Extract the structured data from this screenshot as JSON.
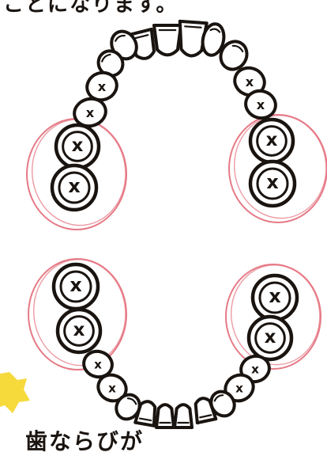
{
  "top_text": "ことになります。",
  "bottom_text": "歯ならびが",
  "tooth_mark": "x",
  "colors": {
    "ink": "#1a1410",
    "circle_red": "#e57a86",
    "star_yellow": "#f6da3c"
  },
  "upper_arch": {
    "incisors": [
      "central-left",
      "central-right",
      "lateral-left",
      "lateral-right"
    ],
    "canines": [
      "left",
      "right"
    ],
    "premolars_left": [
      "first",
      "second"
    ],
    "premolars_right": [
      "first",
      "second"
    ],
    "marked_molars_left": [
      "first",
      "second"
    ],
    "marked_molars_right": [
      "first",
      "second"
    ]
  },
  "lower_arch": {
    "incisors": [
      "central-left",
      "central-right",
      "lateral-left",
      "lateral-right"
    ],
    "canines": [
      "left",
      "right"
    ],
    "premolars_left": [
      "first",
      "second"
    ],
    "premolars_right": [
      "first",
      "second"
    ],
    "marked_molars_left": [
      "first",
      "second"
    ],
    "marked_molars_right": [
      "first",
      "second"
    ]
  }
}
